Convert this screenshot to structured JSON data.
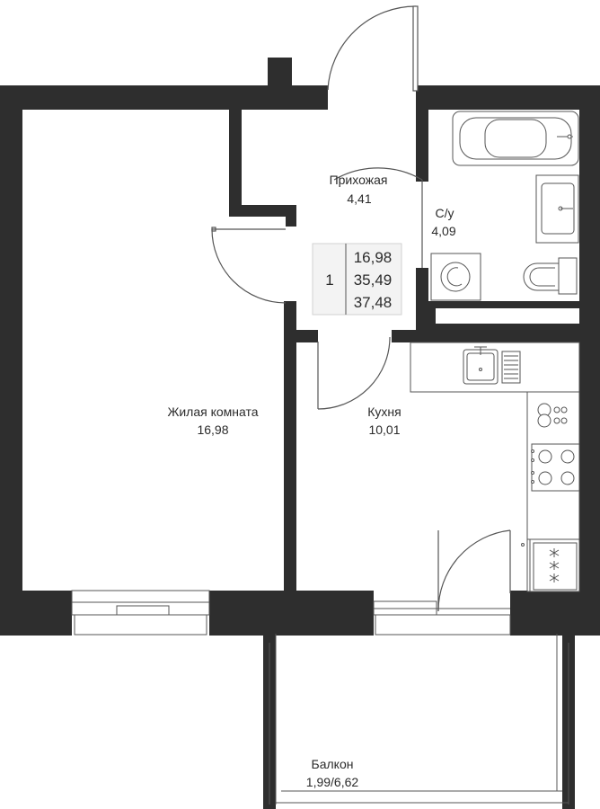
{
  "rooms": {
    "hallway": {
      "name": "Прихожая",
      "area": "4,41"
    },
    "bathroom": {
      "name": "С/у",
      "area": "4,09"
    },
    "living": {
      "name": "Жилая комната",
      "area": "16,98"
    },
    "kitchen": {
      "name": "Кухня",
      "area": "10,01"
    },
    "balcony": {
      "name": "Балкон",
      "area": "1,99/6,62"
    }
  },
  "summary": {
    "rooms_count": "1",
    "living_area": "16,98",
    "total_area": "35,49",
    "total_with_balcony": "37,48"
  },
  "colors": {
    "wall": "#2e2e2e",
    "line": "#555555",
    "background": "#ffffff"
  }
}
